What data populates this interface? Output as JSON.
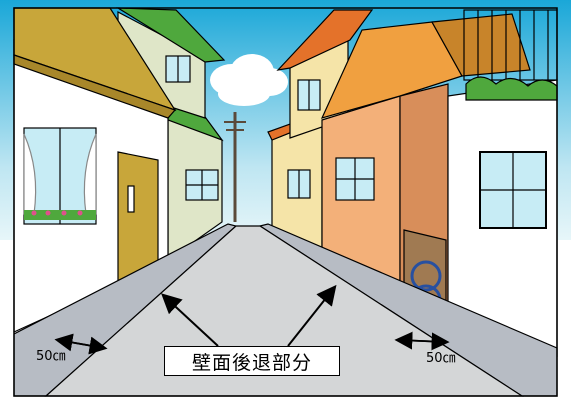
{
  "callout": {
    "label": "壁面後退部分"
  },
  "setback": {
    "left_label": "50㎝",
    "right_label": "50㎝"
  },
  "colors": {
    "sky_top": "#1aa7d8",
    "sky_bottom": "#d9f1f7",
    "road": "#d4d6d7",
    "sidewalk": "#b7bcc4",
    "left_house_roof": "#c8a63a",
    "green_roof": "#4fa83d",
    "orange_roof": "#e4722a",
    "right_orange_wall": "#f3b079",
    "window_glass": "#c7ecf5",
    "outline": "#000000"
  },
  "icons": {
    "callout_arrow_left": "arrow-up-left-icon",
    "callout_arrow_right": "arrow-up-right-icon",
    "dimension_arrow": "double-arrow-icon"
  }
}
